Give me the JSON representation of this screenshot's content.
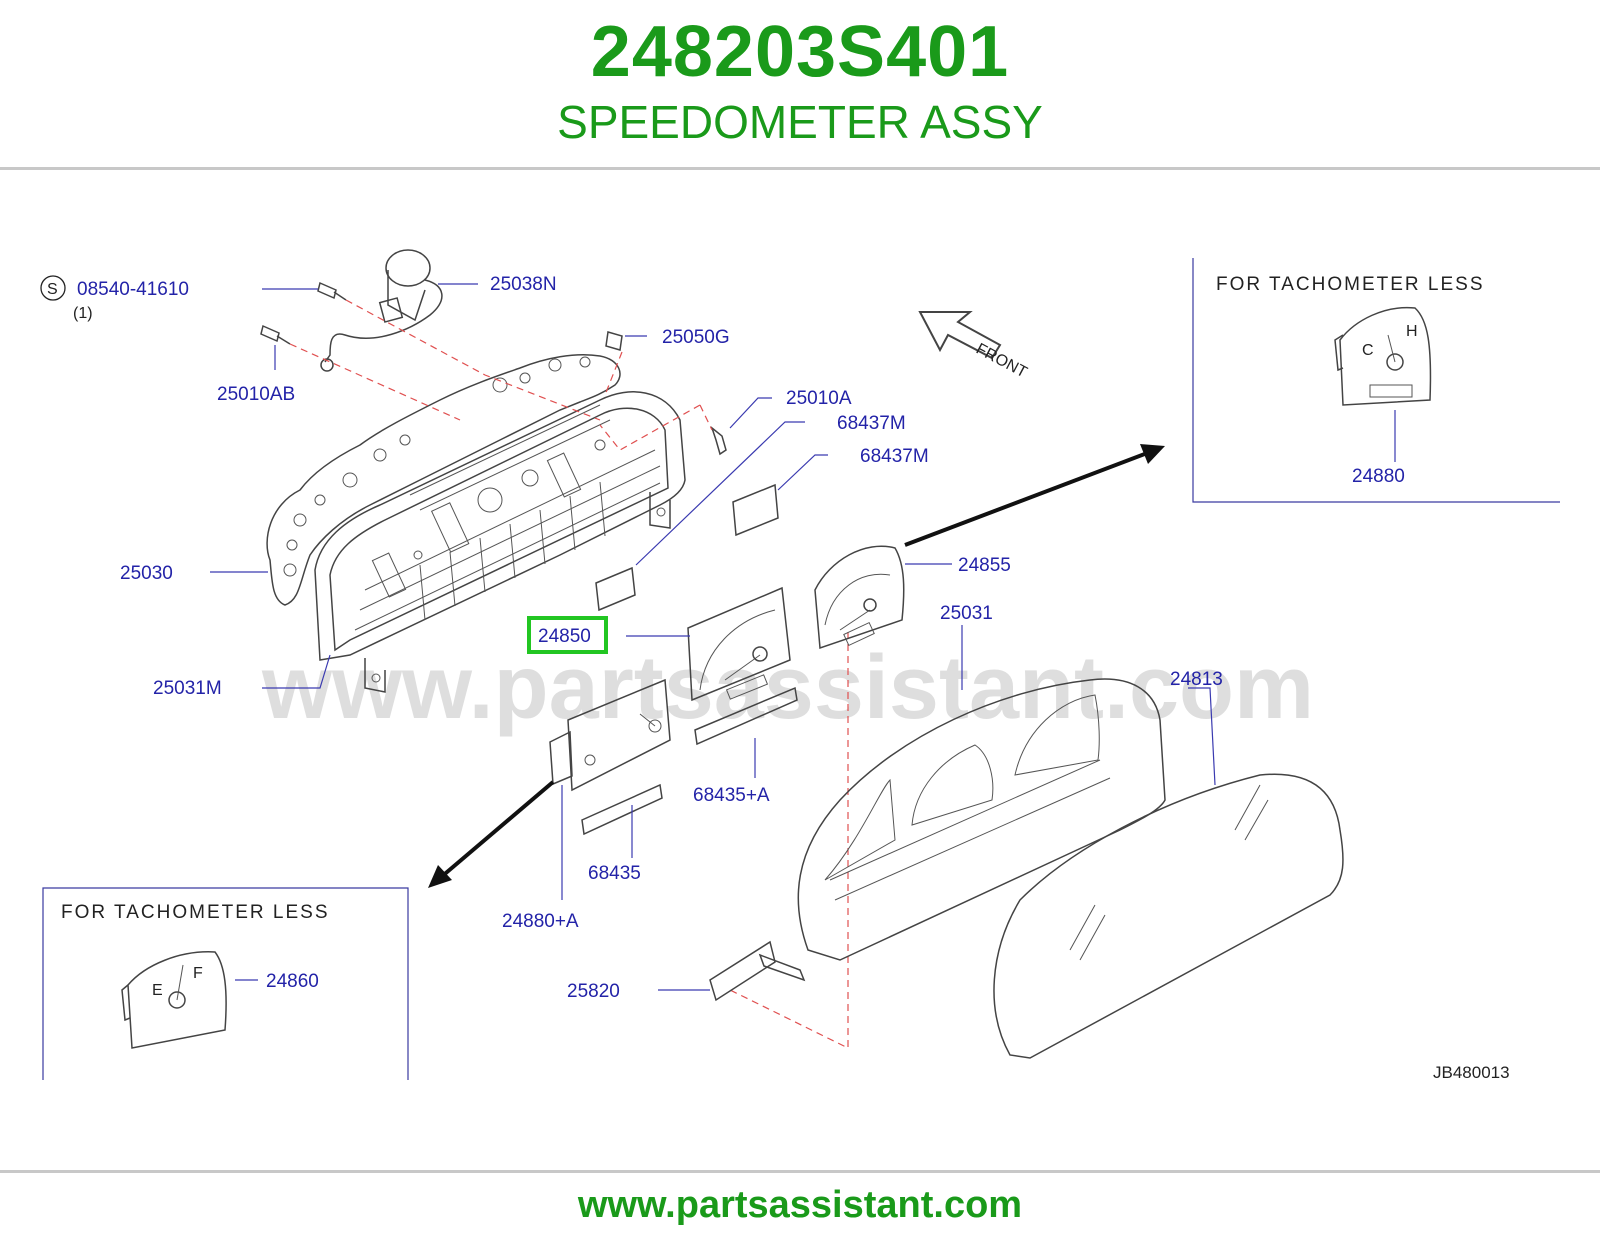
{
  "header": {
    "part_number": "248203S401",
    "part_name": "SPEEDOMETER ASSY"
  },
  "diagram": {
    "screw_marker": "S",
    "screw_part": "08540-41610",
    "screw_qty": "(1)",
    "front_label": "FRONT",
    "inset_title": "FOR  TACHOMETER  LESS",
    "drawing_code": "JB480013",
    "watermark": "www.partsassistant.com",
    "parts": {
      "p25038N": "25038N",
      "p25050G": "25050G",
      "p25010AB": "25010AB",
      "p25010A": "25010A",
      "p68437M_a": "68437M",
      "p68437M_b": "68437M",
      "p25030": "25030",
      "p24855": "24855",
      "p25031": "25031",
      "p24850": "24850",
      "p24813": "24813",
      "p25031M": "25031M",
      "p68435A": "68435+A",
      "p68435": "68435",
      "p24880A": "24880+A",
      "p25820": "25820",
      "p24880": "24880",
      "p24860": "24860"
    },
    "highlighted_part": "24850"
  },
  "footer": {
    "url": "www.partsassistant.com"
  }
}
